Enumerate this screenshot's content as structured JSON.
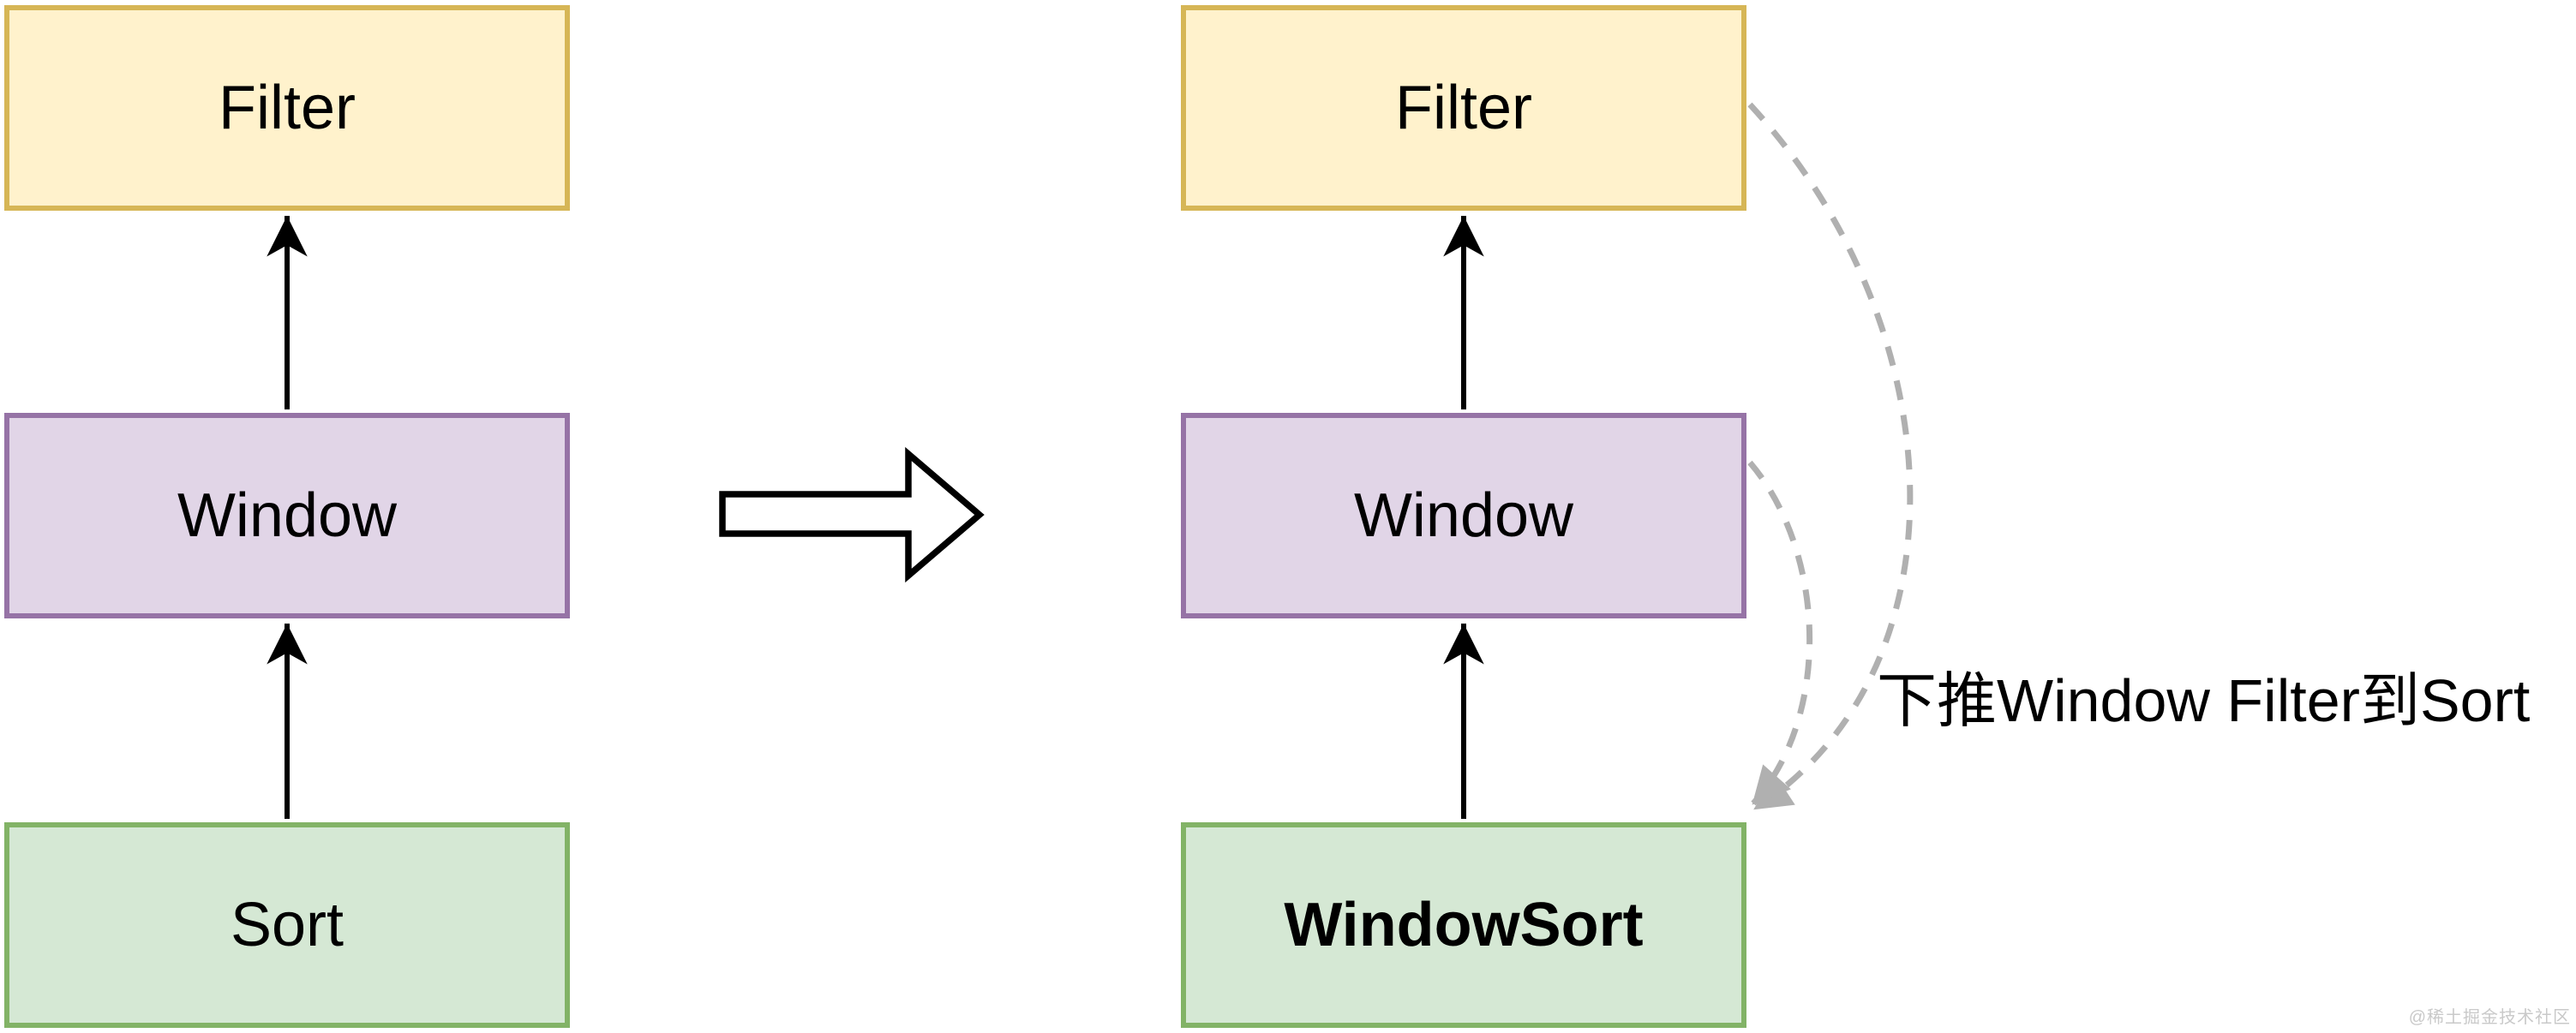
{
  "diagram": {
    "title_implicit": "query plan rewrite: push Window Filter down into Sort",
    "before": {
      "nodes": [
        {
          "id": "filter",
          "label": "Filter",
          "palette": "yellow"
        },
        {
          "id": "window",
          "label": "Window",
          "palette": "purple"
        },
        {
          "id": "sort",
          "label": "Sort",
          "palette": "green"
        }
      ],
      "edges": [
        "sort->window",
        "window->filter"
      ]
    },
    "after": {
      "nodes": [
        {
          "id": "filter",
          "label": "Filter",
          "palette": "yellow"
        },
        {
          "id": "window",
          "label": "Window",
          "palette": "purple"
        },
        {
          "id": "windowsort",
          "label": "WindowSort",
          "palette": "green",
          "bold": true
        }
      ],
      "edges": [
        "windowsort->window",
        "window->filter"
      ],
      "pushdown_edges": [
        "filter-->windowsort",
        "window-->windowsort"
      ]
    },
    "annotation": "下推Window Filter到Sort",
    "watermark": "@稀土掘金技术社区",
    "colors": {
      "yellow_fill": "#fff2cc",
      "yellow_border": "#d6b656",
      "purple_fill": "#e1d5e7",
      "purple_border": "#9673a6",
      "green_fill": "#d5e8d4",
      "green_border": "#82b366",
      "flow_arrow": "#000000",
      "transform_arrow_outline": "#000000",
      "transform_arrow_fill": "#ffffff",
      "pushdown_dash": "#b0b0b0",
      "annotation_text": "#000000",
      "watermark_text": "#c9c9c9",
      "background": "#ffffff"
    }
  }
}
